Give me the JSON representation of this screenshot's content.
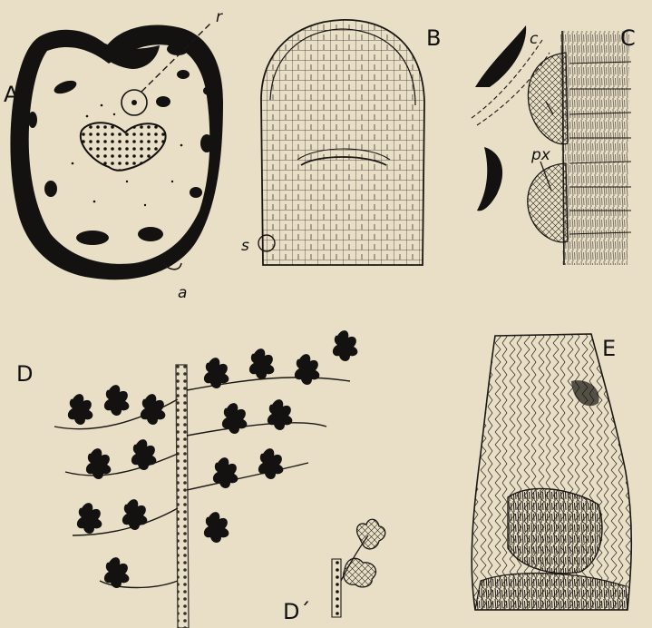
{
  "figure": {
    "background_color": "#e9dfc6",
    "ink_color": "#141210",
    "panels": [
      {
        "id": "A",
        "label": "A",
        "annotations": [
          "r",
          "a"
        ]
      },
      {
        "id": "B",
        "label": "B",
        "annotations": [
          "s"
        ]
      },
      {
        "id": "C",
        "label": "C",
        "annotations": [
          "c",
          "px"
        ]
      },
      {
        "id": "D",
        "label": "D",
        "annotations": []
      },
      {
        "id": "D'",
        "label": "D´",
        "annotations": []
      },
      {
        "id": "E",
        "label": "E",
        "annotations": []
      }
    ]
  }
}
